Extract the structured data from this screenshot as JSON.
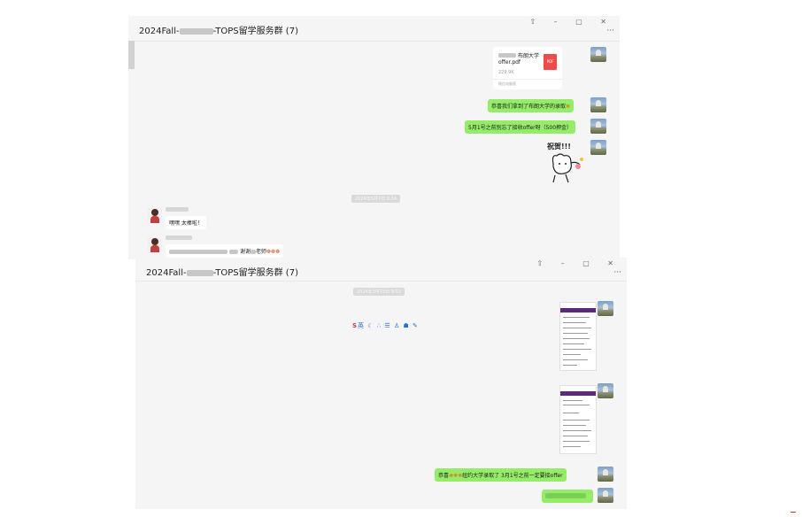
{
  "window1": {
    "title_prefix": "2024Fall-",
    "title_suffix": "-TOPS留学服务群 (7)",
    "controls": "⇧ – ▢ ✕",
    "more": "···",
    "file": {
      "name": "布朗大学",
      "name2": "offer.pdf",
      "size": "229.9K",
      "source": "微信电脑版",
      "badge": "PDF"
    },
    "messages": [
      "恭喜我们拿到了布朗大学的录取",
      "5月1号之前别忘了接收offer呀（500押金）"
    ],
    "sticker_text": "祝贺!!!",
    "timestamp": "2024年5月7日 9:34",
    "reply1": "嘿嘿 太棒啦！",
    "reply2_prefix": "谢谢",
    "reply2_suffix": "老师"
  },
  "window2": {
    "title_prefix": "2024Fall-",
    "title_suffix": "-TOPS留学服务群 (7)",
    "controls": "⇧ – ▢ ✕",
    "more": "···",
    "timestamp": "2024年3月15日 9:52",
    "toolbar": "英 ☾ ∴ ☰ ♙ ☗ ✎",
    "congrats_prefix": "恭喜",
    "congrats_suffix": "纽约大学录取了 3月1号之前一定要接offer"
  }
}
